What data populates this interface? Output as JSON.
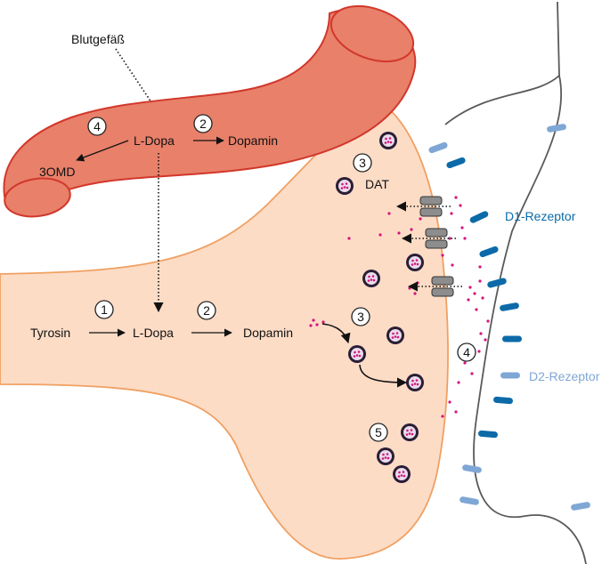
{
  "labels": {
    "blood_vessel": "Blutgefäß",
    "ldopa_vessel": "L-Dopa",
    "dopamin_vessel": "Dopamin",
    "omd": "3OMD",
    "dat": "DAT",
    "d1": "D1-Rezeptor",
    "d2": "D2-Rezeptor",
    "tyrosin": "Tyrosin",
    "ldopa_neuron": "L-Dopa",
    "dopamin_neuron": "Dopamin"
  },
  "step_numbers": {
    "vessel_4": "4",
    "vessel_2": "2",
    "dat_3": "3",
    "neuron_1": "1",
    "neuron_2": "2",
    "vesicle_3": "3",
    "receptor_4": "4",
    "release_5": "5"
  },
  "colors": {
    "vessel_fill": "#E8806A",
    "vessel_stroke": "#D2372A",
    "neuron_fill": "#FDDCC6",
    "neuron_stroke": "#F0A062",
    "d1_receptor": "#0C6AA8",
    "d2_receptor": "#7FA7D5",
    "dopamine_dot": "#D4147F",
    "transporter": "#8D8D8D"
  }
}
